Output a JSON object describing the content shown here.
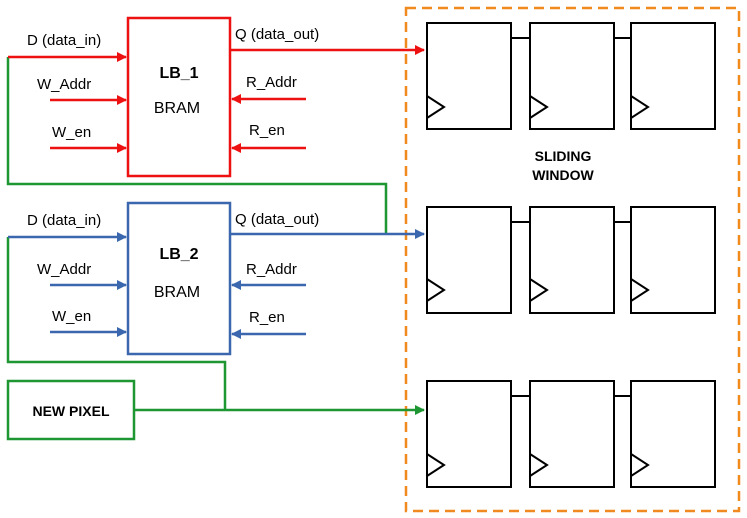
{
  "colors": {
    "lb1": "#ee1111",
    "lb2": "#3a67ad",
    "pixel": "#1e9632",
    "window": "#f08a1e",
    "register": "#000000"
  },
  "lb1": {
    "title": "LB_1",
    "subtitle": "BRAM",
    "in_data": "D (data_in)",
    "out_data": "Q (data_out)",
    "w_addr": "W_Addr",
    "w_en": "W_en",
    "r_addr": "R_Addr",
    "r_en": "R_en"
  },
  "lb2": {
    "title": "LB_2",
    "subtitle": "BRAM",
    "in_data": "D (data_in)",
    "out_data": "Q (data_out)",
    "w_addr": "W_Addr",
    "w_en": "W_en",
    "r_addr": "R_Addr",
    "r_en": "R_en"
  },
  "new_pixel": {
    "label": "NEW PIXEL"
  },
  "sliding_window": {
    "label_line1": "SLIDING",
    "label_line2": "WINDOW"
  }
}
